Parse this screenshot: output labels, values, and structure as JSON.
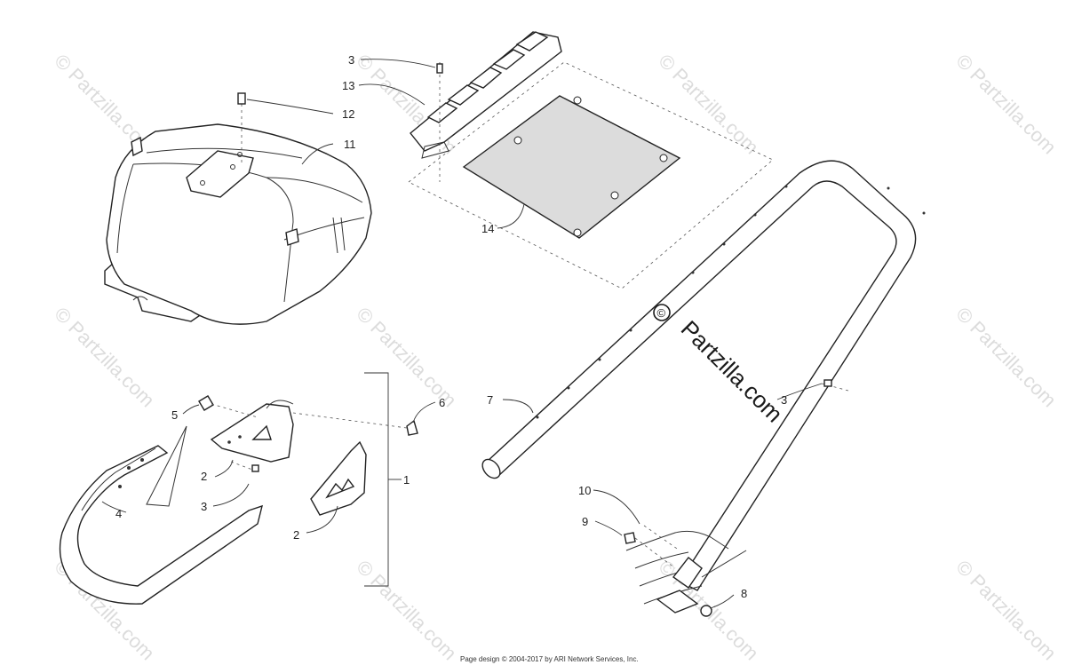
{
  "callouts": {
    "c1": "1",
    "c2a": "2",
    "c2b": "2",
    "c3a": "3",
    "c3b": "3",
    "c3c": "3",
    "c4": "4",
    "c5": "5",
    "c6": "6",
    "c7": "7",
    "c8": "8",
    "c9": "9",
    "c10": "10",
    "c11": "11",
    "c12": "12",
    "c13": "13",
    "c14": "14"
  },
  "watermark": {
    "small": "© Partzilla.com",
    "center_symbol": "©",
    "center_text": "Partzilla.com"
  },
  "footer": "Page design © 2004-2017 by ARI Network Services, Inc."
}
